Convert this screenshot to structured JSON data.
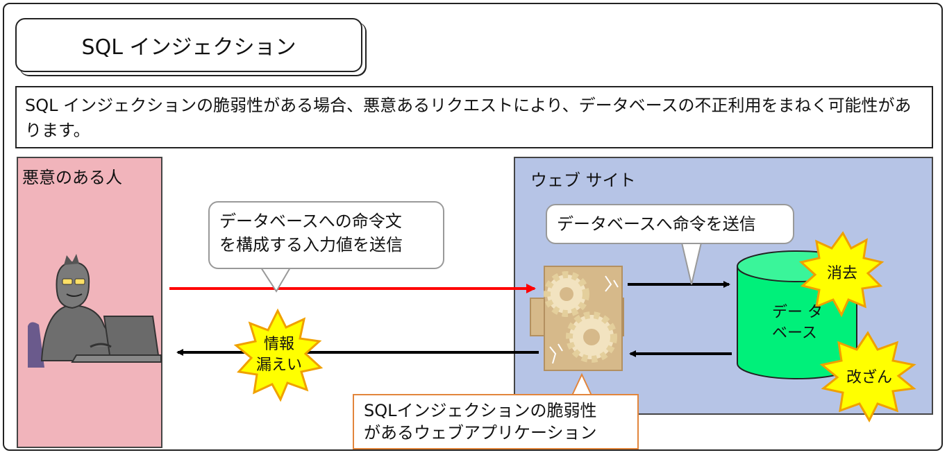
{
  "title": "SQL インジェクション",
  "description": "SQL インジェクションの脆弱性がある場合、悪意あるリクエストにより、データベースの不正利用をまねく可能性があります。",
  "attacker_panel": {
    "label": "悪意のある人"
  },
  "website_panel": {
    "label": "ウェブ サイト"
  },
  "bubbles": {
    "send_input": [
      "データベースへの命令文",
      "を構成する入力値を送信"
    ],
    "send_command": "データベースへ命令を送信",
    "vulnerable_app": [
      "SQLインジェクションの脆弱性",
      "があるウェブアプリケーション"
    ]
  },
  "bursts": {
    "info_leak": [
      "情報",
      "漏えい"
    ],
    "delete": "消去",
    "tamper": "改ざん"
  },
  "database": {
    "label": [
      "デー タ",
      "ベース"
    ]
  },
  "colors": {
    "attacker_bg": "#f1b4bb",
    "website_bg": "#b6c4e6",
    "attack_arrow": "#ff0000",
    "burst_fill": "#ffff00",
    "burst_stroke": "#f0a000",
    "db_fill": "#00f07a",
    "app_fill": "#d6b98a"
  },
  "icons": [
    "hacker-icon",
    "laptop-icon",
    "gears-icon",
    "database-cylinder-icon",
    "burst-icon"
  ]
}
